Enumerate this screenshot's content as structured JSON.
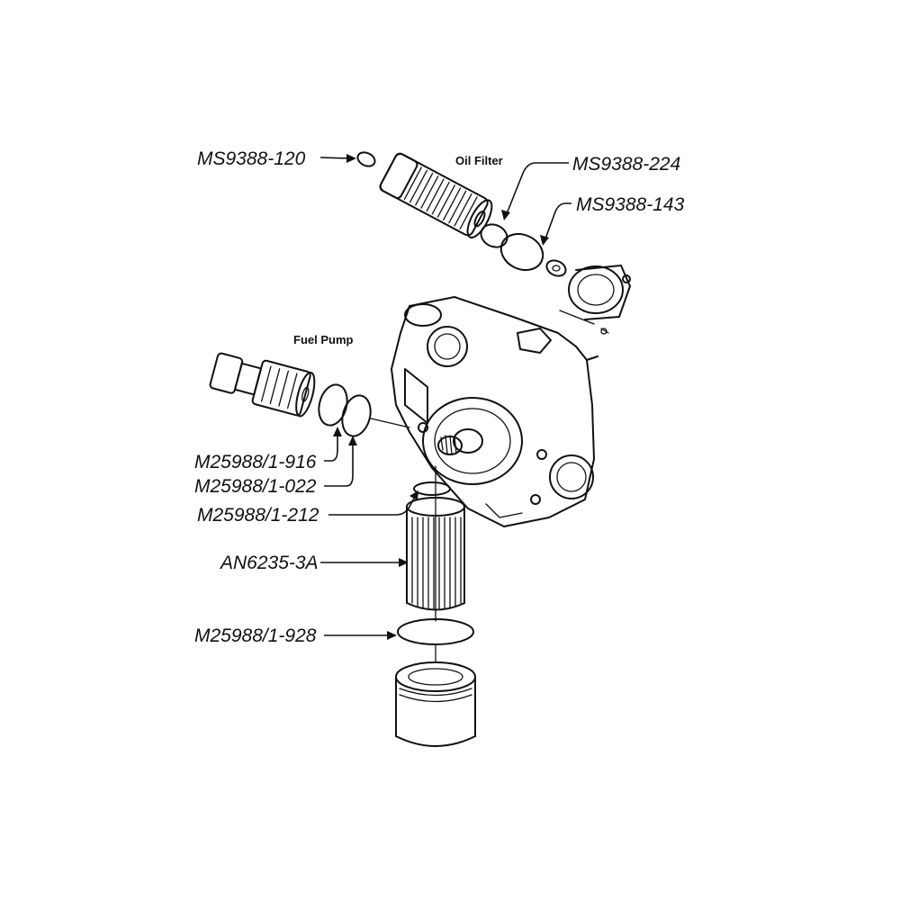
{
  "sections": {
    "oil_filter": "Oil Filter",
    "fuel_pump": "Fuel Pump"
  },
  "parts": {
    "ms9388_120": "MS9388-120",
    "ms9388_224": "MS9388-224",
    "ms9388_143": "MS9388-143",
    "m25988_916": "M25988/1-916",
    "m25988_022": "M25988/1-022",
    "m25988_212": "M25988/1-212",
    "an6235_3a": "AN6235-3A",
    "m25988_928": "M25988/1-928"
  }
}
